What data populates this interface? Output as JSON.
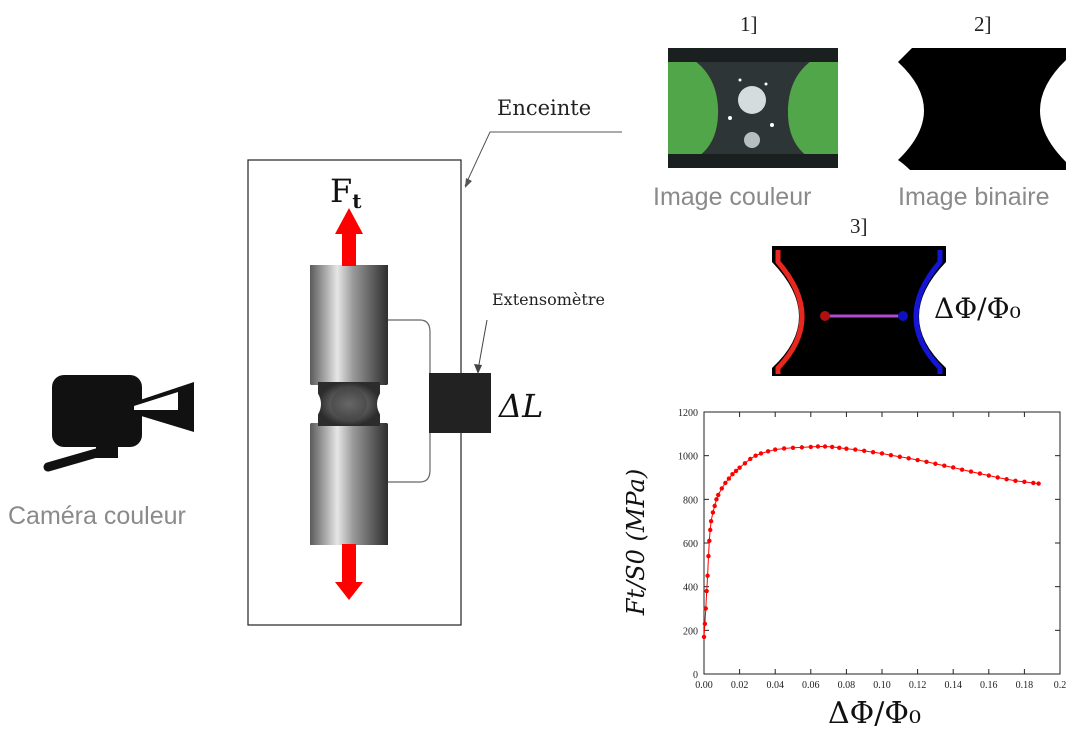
{
  "enclosure_label": "Enceinte",
  "force_label_main": "F",
  "force_label_sub": "t",
  "extensometer_label": "Extensomètre",
  "delta_l_label": "ΔL",
  "camera_caption": "Caméra couleur",
  "panels": [
    {
      "number": "1]",
      "caption": "Image couleur"
    },
    {
      "number": "2]",
      "caption": "Image binaire"
    },
    {
      "number": "3]",
      "caption": ""
    }
  ],
  "panel3_annotation": "ΔΦ/Φ₀",
  "colors": {
    "arrow": "#ff0000",
    "left_edge": "#e8271e",
    "right_edge": "#1515d6",
    "neck_line": "#b04bd0",
    "data_points": "#ff0000",
    "caption_gray": "#8a8a8a"
  },
  "chart_data": {
    "type": "scatter",
    "xlabel": "ΔΦ/Φ₀",
    "ylabel": "Ft/S0 (MPa)",
    "xlim": [
      0,
      0.2
    ],
    "ylim": [
      0,
      1200
    ],
    "xticks": [
      "0.00",
      "0.02",
      "0.04",
      "0.06",
      "0.08",
      "0.10",
      "0.12",
      "0.14",
      "0.16",
      "0.18",
      "0.2"
    ],
    "yticks": [
      "0",
      "200",
      "400",
      "600",
      "800",
      "1000",
      "1200"
    ],
    "x": [
      0.0,
      0.0005,
      0.001,
      0.0015,
      0.002,
      0.0025,
      0.003,
      0.0035,
      0.004,
      0.005,
      0.006,
      0.007,
      0.008,
      0.01,
      0.012,
      0.014,
      0.016,
      0.018,
      0.02,
      0.023,
      0.026,
      0.029,
      0.032,
      0.036,
      0.04,
      0.045,
      0.05,
      0.055,
      0.06,
      0.064,
      0.068,
      0.072,
      0.076,
      0.08,
      0.085,
      0.09,
      0.095,
      0.1,
      0.105,
      0.11,
      0.115,
      0.12,
      0.125,
      0.13,
      0.135,
      0.14,
      0.145,
      0.15,
      0.155,
      0.16,
      0.165,
      0.17,
      0.175,
      0.18,
      0.185,
      0.188
    ],
    "y": [
      170,
      230,
      300,
      380,
      450,
      540,
      610,
      660,
      700,
      740,
      770,
      800,
      820,
      850,
      875,
      895,
      915,
      930,
      945,
      965,
      985,
      1000,
      1010,
      1020,
      1028,
      1033,
      1036,
      1038,
      1040,
      1042,
      1042,
      1040,
      1036,
      1032,
      1028,
      1022,
      1016,
      1010,
      1002,
      995,
      988,
      980,
      972,
      963,
      954,
      946,
      936,
      927,
      918,
      909,
      900,
      892,
      885,
      880,
      875,
      872
    ],
    "grid": false,
    "legend": "none"
  }
}
